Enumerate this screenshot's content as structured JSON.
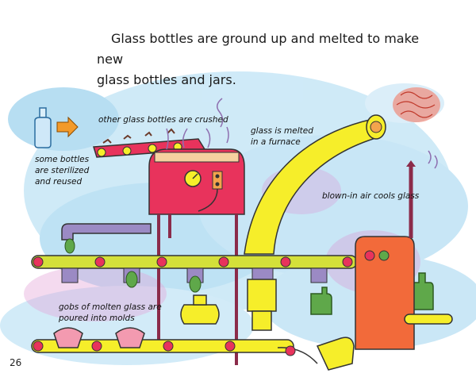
{
  "headline": {
    "line1": "Glass bottles are ground up and melted to make new",
    "line2": "glass bottles and jars."
  },
  "labels": {
    "crushed": "other glass bottles are crushed",
    "furnace_1": "glass is melted",
    "furnace_2": "in a furnace",
    "sterilized_1": "some bottles",
    "sterilized_2": "are sterilized",
    "sterilized_3": "and reused",
    "air_cools": "blown-in air cools glass",
    "molds_1": "gobs of molten glass are",
    "molds_2": "poured into molds"
  },
  "page_number": "26",
  "colors": {
    "sky_wash": "#9fd3ee",
    "furnace": "#e8335c",
    "chute": "#f6ee2a",
    "conveyor": "#d4e03a",
    "mold_blocks": "#9b8ac4",
    "cooling_tower": "#f26a3a",
    "glass_green": "#5fa84a",
    "arrow": "#f39a2a"
  },
  "icons": {
    "bottle": "clear-glass-bottle-icon",
    "arrow": "orange-arrow-icon",
    "gauge": "furnace-gauge-icon",
    "jar": "yellow-glass-jar-icon"
  }
}
